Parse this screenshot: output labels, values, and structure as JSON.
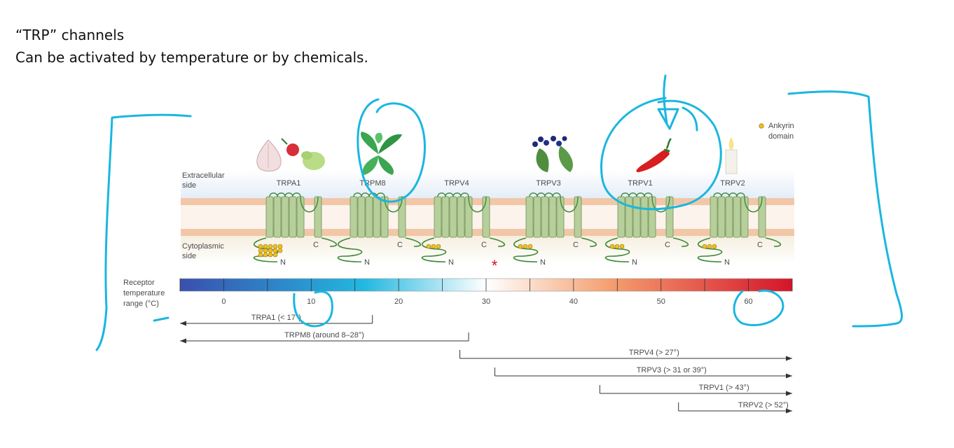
{
  "slide": {
    "title_line1": "“TRP” channels",
    "title_line2": "Can be activated by temperature or by chemicals."
  },
  "membrane": {
    "extracellular_label": [
      "Extracellular",
      "side"
    ],
    "cytoplasmic_label": [
      "Cytoplasmic",
      "side"
    ],
    "terminal_n": "N",
    "terminal_c": "C"
  },
  "legend": {
    "ankyrin_label": [
      "Ankyrin",
      "domain"
    ],
    "ankyrin_color": "#f0c020"
  },
  "channels": [
    {
      "name": "TRPA1",
      "stimulus_icon": "garlic-radish-icon",
      "ankyrin_repeats": 14
    },
    {
      "name": "TRPM8",
      "stimulus_icon": "mint-leaf-icon",
      "ankyrin_repeats": 0
    },
    {
      "name": "TRPV4",
      "stimulus_icon": "",
      "ankyrin_repeats": 3
    },
    {
      "name": "TRPV3",
      "stimulus_icon": "berry-leaves-icon",
      "ankyrin_repeats": 3
    },
    {
      "name": "TRPV1",
      "stimulus_icon": "chili-pepper-icon",
      "ankyrin_repeats": 3
    },
    {
      "name": "TRPV2",
      "stimulus_icon": "candle-flame-icon",
      "ankyrin_repeats": 3
    }
  ],
  "temperature_scale": {
    "label": [
      "Receptor",
      "temperature",
      "range (°C)"
    ],
    "min": -5,
    "max": 65,
    "ticks": [
      0,
      10,
      20,
      30,
      40,
      50,
      60
    ],
    "cold_color": "#3a4fae",
    "mid_color": "#22b8e0",
    "neutral_color": "#ffffff",
    "warm_color": "#f5a070",
    "hot_color": "#d4142a"
  },
  "ranges": [
    {
      "label": "TRPA1 (< 17°)",
      "from": 17,
      "to": -5,
      "direction": "left"
    },
    {
      "label": "TRPM8 (around 8–28°)",
      "from": 28,
      "to": -5,
      "direction": "left"
    },
    {
      "label": "TRPV4 (> 27°)",
      "from": 27,
      "to": 65,
      "direction": "right"
    },
    {
      "label": "TRPV3 (> 31 or 39°)",
      "from": 31,
      "to": 65,
      "direction": "right"
    },
    {
      "label": "TRPV1 (> 43°)",
      "from": 43,
      "to": 65,
      "direction": "right"
    },
    {
      "label": "TRPV2 (> 52°)",
      "from": 52,
      "to": 65,
      "direction": "right"
    }
  ],
  "annotations": {
    "ink_color": "#1ab6e0",
    "asterisk": "*",
    "asterisk_color": "#d0142a"
  }
}
